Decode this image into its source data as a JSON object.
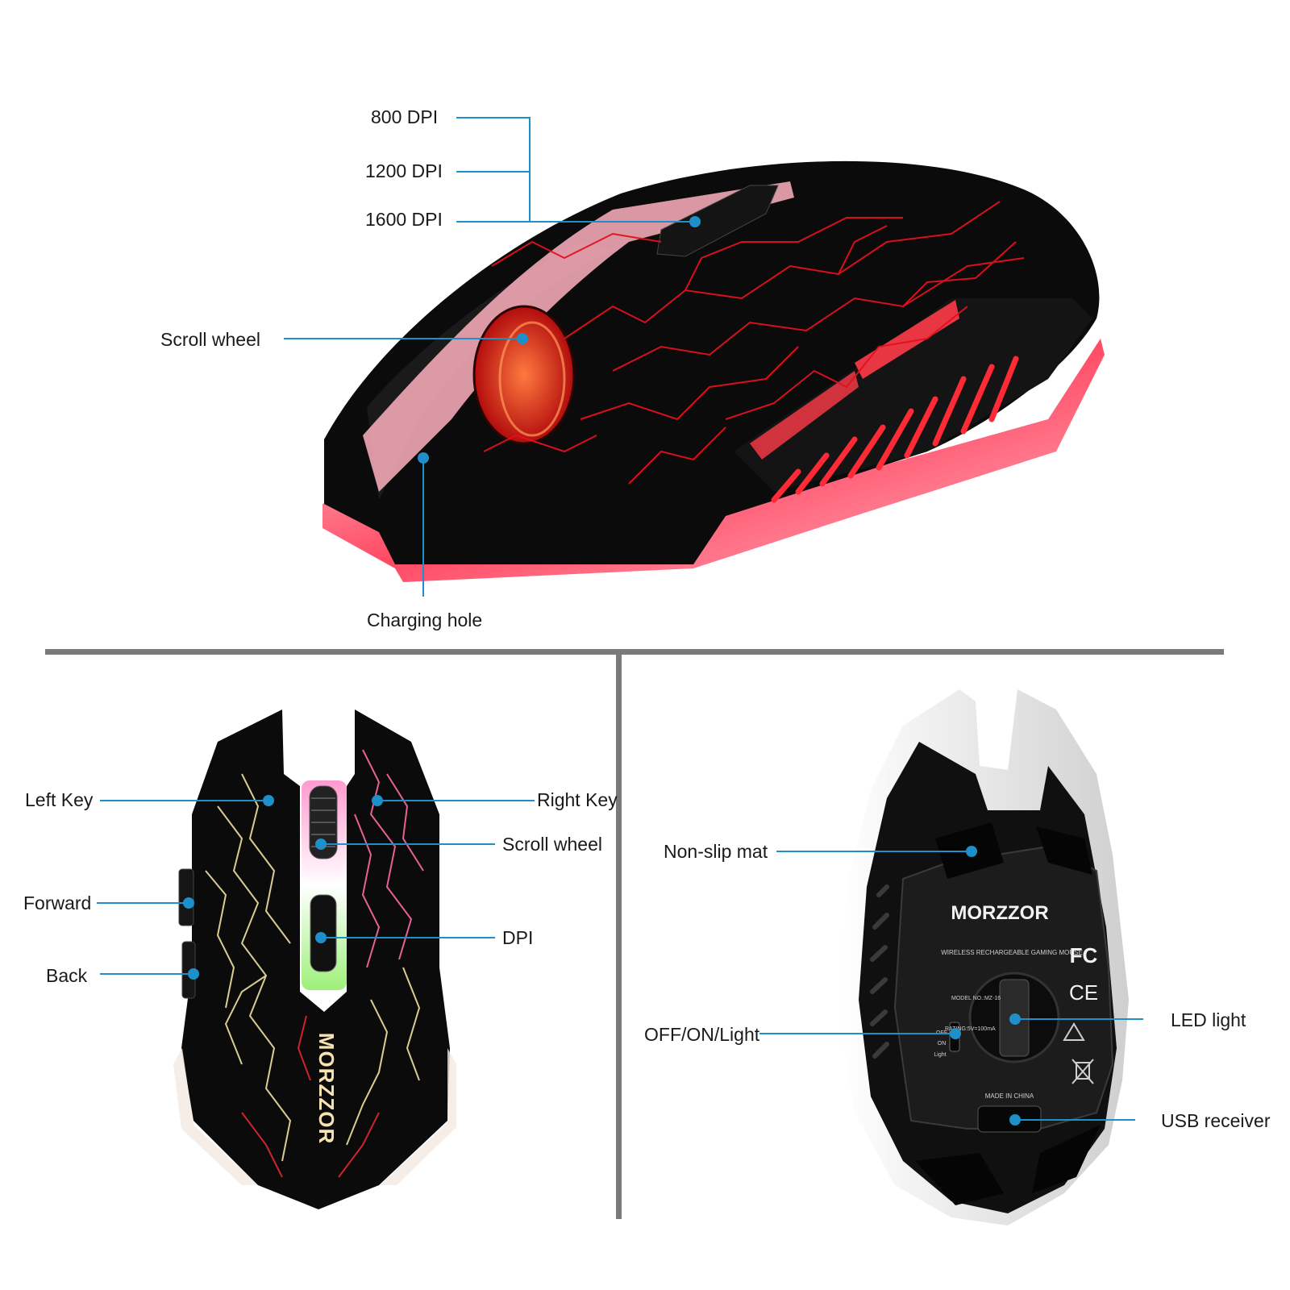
{
  "colors": {
    "leader_line": "#1e8fc8",
    "divider": "#7a7a7a",
    "mouse_body": "#0b0b0b",
    "red_glow": "#ff1e2d",
    "pink_glow": "#ffc6d4",
    "yellow_crack": "#f0e2a0",
    "white_glow": "#f4f4f4"
  },
  "top_view": {
    "callouts": {
      "dpi_800": "800 DPI",
      "dpi_1200": "1200 DPI",
      "dpi_1600": "1600 DPI",
      "scroll_wheel": "Scroll wheel",
      "charging_hole": "Charging hole"
    }
  },
  "front_view": {
    "callouts": {
      "left_key": "Left Key",
      "right_key": "Right Key",
      "scroll_wheel": "Scroll wheel",
      "forward": "Forward",
      "dpi": "DPI",
      "back": "Back"
    },
    "brand_text": "MORZZOR"
  },
  "bottom_view": {
    "callouts": {
      "non_slip_mat": "Non-slip mat",
      "off_on_light": "OFF/ON/Light",
      "led_light": "LED light",
      "usb_receiver": "USB receiver"
    },
    "brand_text": "MORZZOR",
    "product_line": "WIRELESS RECHARGEABLE GAMING MOUSE",
    "model": "MODEL NO.:MZ-16",
    "rating": "RATING:5V=100mA",
    "switch_off": "OFF",
    "switch_on": "ON",
    "switch_light": "Light",
    "made_in": "MADE IN CHINA",
    "fcc_mark": "FC",
    "ce_mark": "CE"
  }
}
